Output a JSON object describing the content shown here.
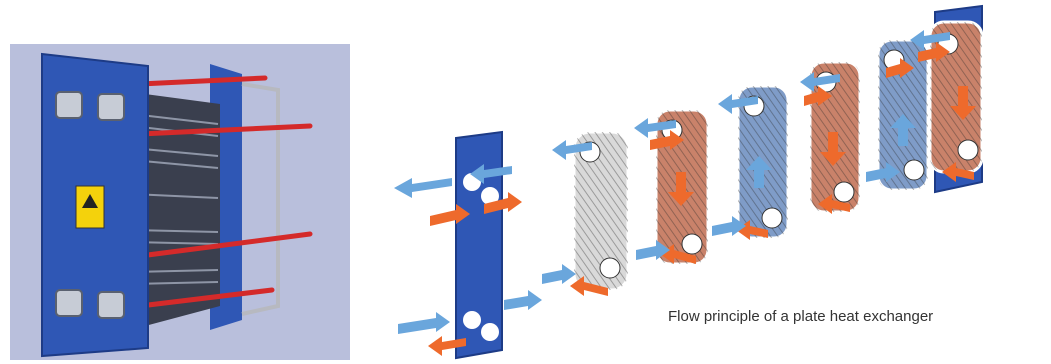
{
  "caption": "Flow principle of a plate heat exchanger",
  "colors": {
    "photo_background": "#b9bfdc",
    "frame_blue": "#2f57b5",
    "frame_blue_dark": "#1d3b86",
    "plate_hot": "#c9826a",
    "plate_cold": "#7f9cc8",
    "plate_neutral": "#d9d9d9",
    "hot_arrow": "#ee6a2c",
    "cold_arrow": "#6aa6dc",
    "tie_rod": "#d42a2a"
  },
  "icons": [
    "plate-heat-exchanger-photo",
    "hot-flow-arrow",
    "cold-flow-arrow",
    "warning-label-icon"
  ]
}
